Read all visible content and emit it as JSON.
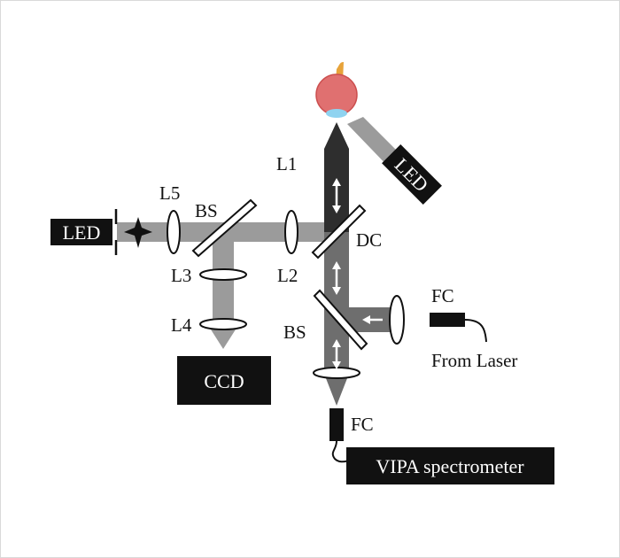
{
  "labels": {
    "l1": "L1",
    "l2": "L2",
    "l3": "L3",
    "l4": "L4",
    "l5": "L5",
    "bs_left": "BS",
    "bs_lower": "BS",
    "dc": "DC",
    "fc_laser": "FC",
    "fc_spectrometer": "FC",
    "from_laser": "From Laser"
  },
  "boxes": {
    "led_left": "LED",
    "led_right": "LED",
    "ccd": "CCD",
    "vipa": "VIPA spectrometer"
  },
  "colors": {
    "beam_light": "#9b9b9b",
    "beam_mid": "#6e6e6e",
    "beam_dark": "#2e2e2e",
    "box_fill": "#111111",
    "eye": "#e07070",
    "eye_nerve": "#e7a33a",
    "eye_lens": "#8fd3f0"
  }
}
